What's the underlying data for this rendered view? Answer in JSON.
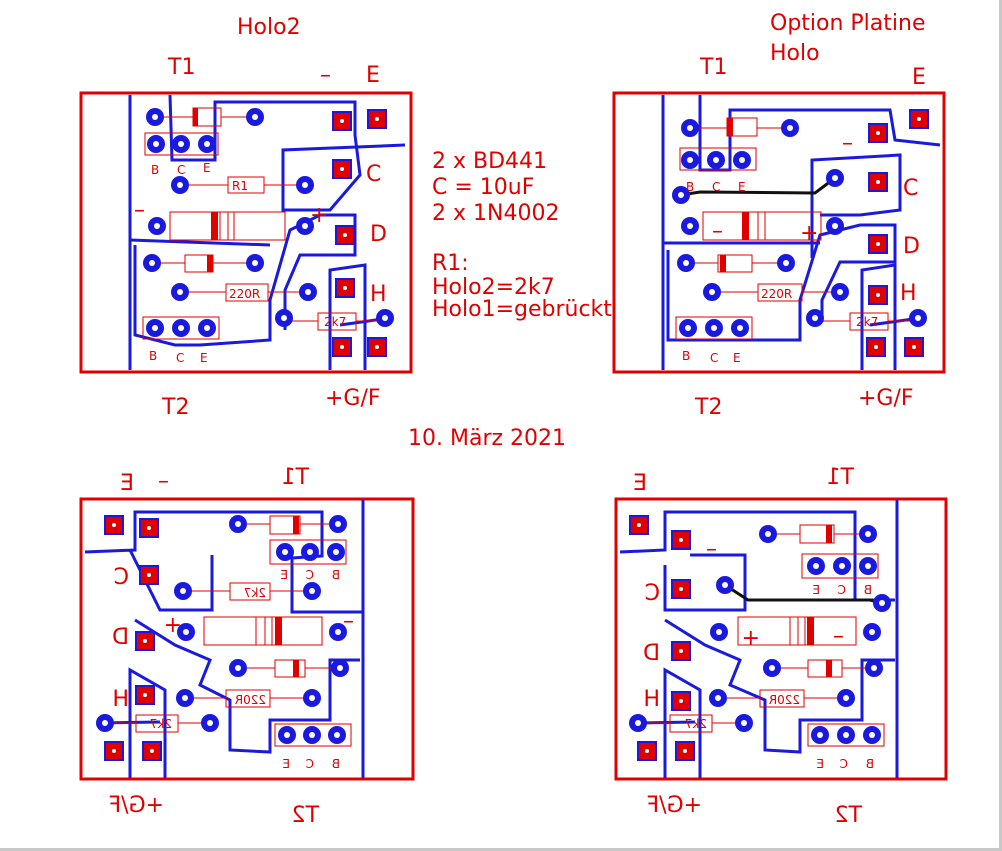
{
  "colors": {
    "board_outline": "#e00000",
    "trace": "#1a1adf",
    "text": "#e00000",
    "pad_fill": "#e00000",
    "via_ring": "#1a1adf",
    "jumper": "#111111"
  },
  "boards": [
    {
      "title": "Holo2",
      "labels": {
        "t1": "T1",
        "t2": "T2",
        "minus": "–",
        "e": "E",
        "c": "C",
        "d": "D",
        "h": "H",
        "gf": "+G/F"
      },
      "part_labels": {
        "b": "B",
        "c": "C",
        "e": "E",
        "r1": "R1",
        "r220": "220R",
        "r2k7": "2k7",
        "minus": "–",
        "plus": "+"
      }
    },
    {
      "title": "Option Platine",
      "title2": "Holo",
      "labels": {
        "t1": "T1",
        "t2": "T2",
        "minus": "–",
        "e": "E",
        "c": "C",
        "d": "D",
        "h": "H",
        "gf": "+G/F"
      },
      "part_labels": {
        "b": "B",
        "c": "C",
        "e": "E",
        "r220": "220R",
        "r2k7": "2k7",
        "minus": "–",
        "plus": "+"
      }
    },
    {
      "title": "",
      "labels": {
        "t1": "T1",
        "t2": "T2",
        "minus": "–",
        "e": "E",
        "c": "C",
        "d": "D",
        "h": "H",
        "gf": "+G/F"
      },
      "part_labels": {
        "b": "B",
        "c": "C",
        "e": "E",
        "r220": "220R",
        "r2k7": "2k7",
        "minus": "–",
        "plus": "+"
      }
    },
    {
      "title": "",
      "labels": {
        "t1": "T1",
        "t2": "T2",
        "minus": "–",
        "e": "E",
        "c": "C",
        "d": "D",
        "h": "H",
        "gf": "+G/F"
      },
      "part_labels": {
        "b": "B",
        "c": "C",
        "e": "E",
        "r220": "220R",
        "r2k7": "2k7",
        "minus": "–",
        "plus": "+"
      }
    }
  ],
  "notes": [
    "2 x BD441",
    "C = 10uF",
    "2 x 1N4002",
    "",
    "R1:",
    "Holo2=2k7",
    "Holo1=gebrückt"
  ],
  "date": "10. März 2021"
}
